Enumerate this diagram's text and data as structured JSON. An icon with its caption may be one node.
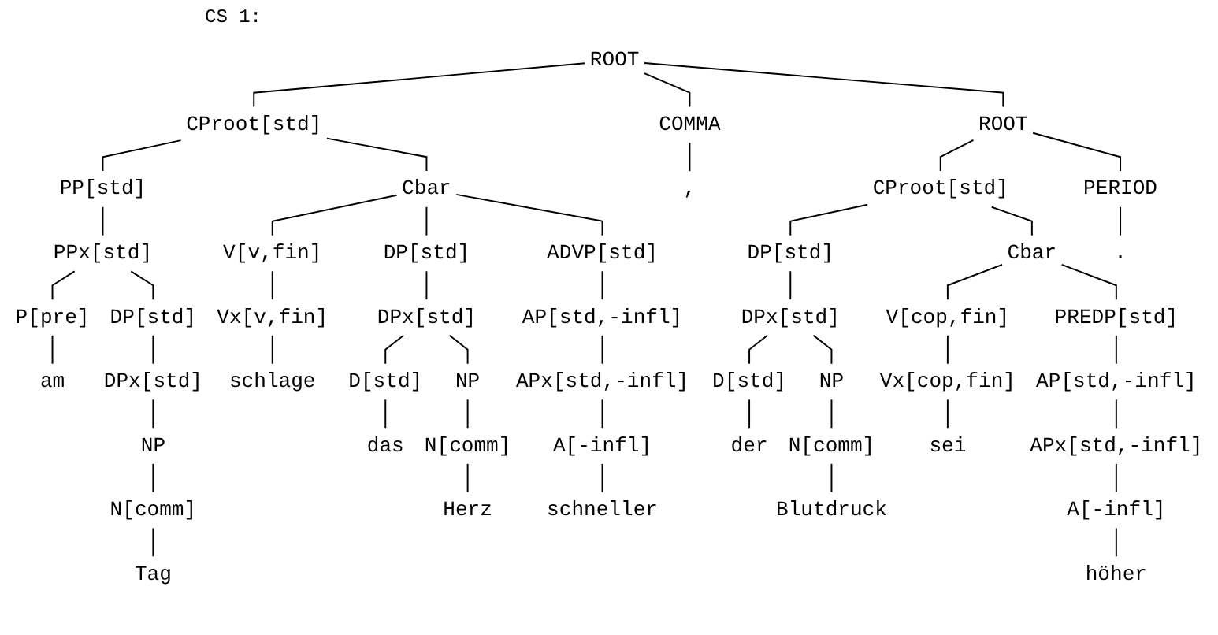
{
  "diagram": {
    "nodes": [
      {
        "text": [
          "ROOT"
        ]
      },
      {
        "text": [
          "CProot[std]"
        ]
      },
      {
        "text": [
          "COMMA"
        ]
      },
      {
        "text": [
          "ROOT"
        ]
      },
      {
        "text": [
          "PP[std]"
        ]
      },
      {
        "text": [
          "Cbar"
        ]
      },
      {
        "text": [
          ","
        ]
      },
      {
        "text": [
          "CProot[std]"
        ]
      },
      {
        "text": [
          "PERIOD"
        ]
      },
      {
        "text": [
          "PPx[std]"
        ]
      },
      {
        "text": [
          "V[v,fin]"
        ]
      },
      {
        "text": [
          "DP[std]"
        ]
      },
      {
        "text": [
          "ADVP[std]"
        ]
      },
      {
        "text": [
          "DP[std]"
        ]
      },
      {
        "text": [
          "Cbar"
        ]
      },
      {
        "text": [
          "."
        ]
      },
      {
        "text": [
          "P[pre]"
        ]
      },
      {
        "text": [
          "DP[std]"
        ]
      },
      {
        "text": [
          "Vx[v,fin]"
        ]
      },
      {
        "text": [
          "DPx[std]"
        ]
      },
      {
        "text": [
          "AP[std,-infl]"
        ]
      },
      {
        "text": [
          "DPx[std]"
        ]
      },
      {
        "text": [
          "V[cop,fin]"
        ]
      },
      {
        "text": [
          "PREDP[std]"
        ]
      },
      {
        "text": [
          "am"
        ]
      },
      {
        "text": [
          "DPx[std]"
        ]
      },
      {
        "text": [
          "schlage"
        ]
      },
      {
        "text": [
          "D[std]"
        ]
      },
      {
        "text": [
          "NP"
        ]
      },
      {
        "text": [
          "APx[std,-infl]"
        ]
      },
      {
        "text": [
          "D[std]"
        ]
      },
      {
        "text": [
          "NP"
        ]
      },
      {
        "text": [
          "Vx[cop,fin]"
        ]
      },
      {
        "text": [
          "AP[std,-infl]"
        ]
      },
      {
        "text": [
          "NP"
        ]
      },
      {
        "text": [
          "das"
        ]
      },
      {
        "text": [
          "N[comm]"
        ]
      },
      {
        "text": [
          "A[-infl]"
        ]
      },
      {
        "text": [
          "der"
        ]
      },
      {
        "text": [
          "N[comm]"
        ]
      },
      {
        "text": [
          "sei"
        ]
      },
      {
        "text": [
          "APx[std,-infl]"
        ]
      },
      {
        "text": [
          "N[comm]"
        ]
      },
      {
        "text": [
          "Herz"
        ]
      },
      {
        "text": [
          "schneller"
        ]
      },
      {
        "text": [
          "Blutdruck"
        ]
      },
      {
        "text": [
          "A[-infl]"
        ]
      },
      {
        "text": [
          "Tag"
        ]
      },
      {
        "text": [
          "höher"
        ]
      }
    ],
    "edges": [
      {
        "from": 0,
        "to": 1,
        "arrow": "none"
      },
      {
        "from": 0,
        "to": 2,
        "arrow": "none"
      },
      {
        "from": 0,
        "to": 3,
        "arrow": "none"
      },
      {
        "from": 1,
        "to": 4,
        "arrow": "none"
      },
      {
        "from": 1,
        "to": 5,
        "arrow": "none"
      },
      {
        "from": 2,
        "to": 6,
        "arrow": "none"
      },
      {
        "from": 3,
        "to": 7,
        "arrow": "none"
      },
      {
        "from": 3,
        "to": 8,
        "arrow": "none"
      },
      {
        "from": 4,
        "to": 9,
        "arrow": "none"
      },
      {
        "from": 5,
        "to": 10,
        "arrow": "none"
      },
      {
        "from": 5,
        "to": 11,
        "arrow": "none"
      },
      {
        "from": 5,
        "to": 12,
        "arrow": "none"
      },
      {
        "from": 7,
        "to": 13,
        "arrow": "none"
      },
      {
        "from": 7,
        "to": 14,
        "arrow": "none"
      },
      {
        "from": 8,
        "to": 15,
        "arrow": "none"
      },
      {
        "from": 9,
        "to": 16,
        "arrow": "none"
      },
      {
        "from": 9,
        "to": 17,
        "arrow": "none"
      },
      {
        "from": 10,
        "to": 18,
        "arrow": "none"
      },
      {
        "from": 11,
        "to": 19,
        "arrow": "none"
      },
      {
        "from": 12,
        "to": 20,
        "arrow": "none"
      },
      {
        "from": 13,
        "to": 21,
        "arrow": "none"
      },
      {
        "from": 14,
        "to": 22,
        "arrow": "none"
      },
      {
        "from": 14,
        "to": 23,
        "arrow": "none"
      },
      {
        "from": 16,
        "to": 24,
        "arrow": "none"
      },
      {
        "from": 17,
        "to": 25,
        "arrow": "none"
      },
      {
        "from": 18,
        "to": 26,
        "arrow": "none"
      },
      {
        "from": 19,
        "to": 27,
        "arrow": "none"
      },
      {
        "from": 19,
        "to": 28,
        "arrow": "none"
      },
      {
        "from": 20,
        "to": 29,
        "arrow": "none"
      },
      {
        "from": 21,
        "to": 30,
        "arrow": "none"
      },
      {
        "from": 21,
        "to": 31,
        "arrow": "none"
      },
      {
        "from": 22,
        "to": 32,
        "arrow": "none"
      },
      {
        "from": 23,
        "to": 33,
        "arrow": "none"
      },
      {
        "from": 25,
        "to": 34,
        "arrow": "none"
      },
      {
        "from": 27,
        "to": 35,
        "arrow": "none"
      },
      {
        "from": 28,
        "to": 36,
        "arrow": "none"
      },
      {
        "from": 29,
        "to": 37,
        "arrow": "none"
      },
      {
        "from": 30,
        "to": 38,
        "arrow": "none"
      },
      {
        "from": 31,
        "to": 39,
        "arrow": "none"
      },
      {
        "from": 32,
        "to": 40,
        "arrow": "none"
      },
      {
        "from": 33,
        "to": 41,
        "arrow": "none"
      },
      {
        "from": 34,
        "to": 42,
        "arrow": "none"
      },
      {
        "from": 36,
        "to": 43,
        "arrow": "none"
      },
      {
        "from": 37,
        "to": 44,
        "arrow": "none"
      },
      {
        "from": 39,
        "to": 45,
        "arrow": "none"
      },
      {
        "from": 41,
        "to": 46,
        "arrow": "none"
      },
      {
        "from": 42,
        "to": 47,
        "arrow": "none"
      },
      {
        "from": 46,
        "to": 48,
        "arrow": "none"
      }
    ],
    "labels": [
      "CS 1:"
    ]
  }
}
